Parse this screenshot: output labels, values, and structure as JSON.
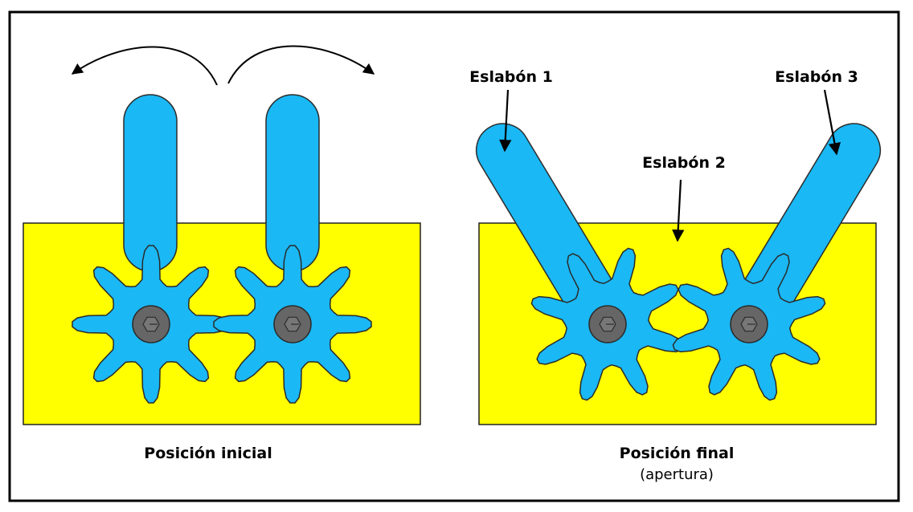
{
  "labels": {
    "link1": "Eslabón 1",
    "link2": "Eslabón 2",
    "link3": "Eslabón 3",
    "initial_caption": "Posición inicial",
    "final_caption": "Posición final",
    "final_subcaption": "(apertura)"
  },
  "colors": {
    "base": "#ffff00",
    "link": "#1ab8f5",
    "pin": "#666666",
    "outline": "#2b2b2b",
    "frame": "#000000"
  }
}
